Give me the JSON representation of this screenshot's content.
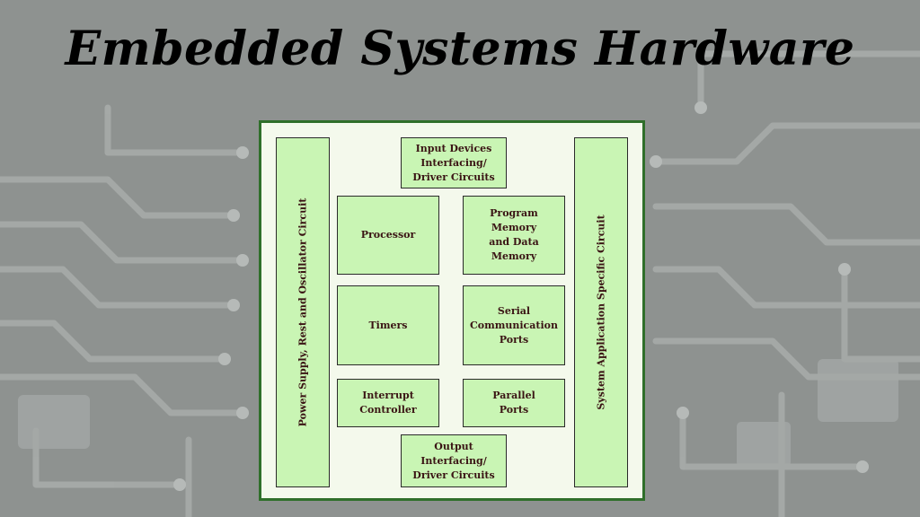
{
  "slide": {
    "title": "Embedded Systems Hardware"
  },
  "diagram": {
    "left_bar": "Power Supply, Rest and Oscillator Circuit",
    "right_bar": "System Application Specific Circuit",
    "input_devices": "Input Devices\nInterfacing/\nDriver Circuits",
    "processor": "Processor",
    "memory": "Program\nMemory\nand Data\nMemory",
    "timers": "Timers",
    "serial": "Serial\nCommunication\nPorts",
    "interrupt": "Interrupt\nController",
    "parallel": "Parallel\nPorts",
    "output": "Output Interfacing/\nDriver Circuits"
  },
  "colors": {
    "box_fill": "#c9f5b4",
    "frame_border": "#2f6f2a",
    "label_text": "#3a1414",
    "background": "#8f9391"
  }
}
